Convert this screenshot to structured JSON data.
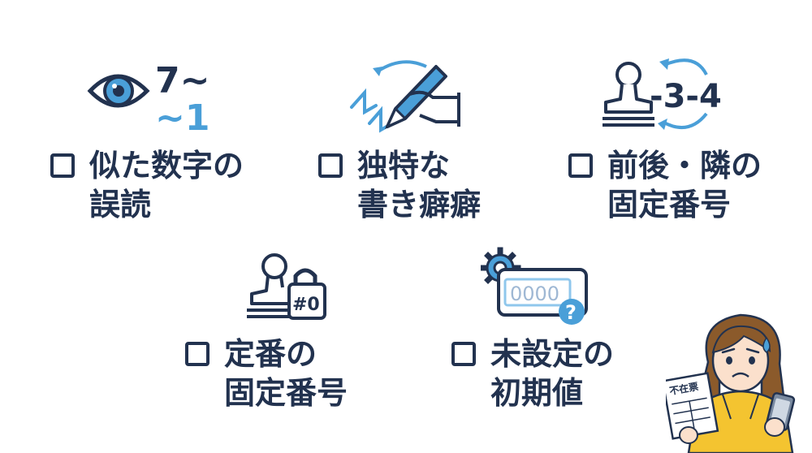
{
  "colors": {
    "navy": "#22324f",
    "accent": "#4a9fd8",
    "accent_light": "#8fc7ec",
    "hair": "#8b5a2b",
    "hoodie": "#f4c430"
  },
  "items": [
    {
      "icon": "eye-numbers-icon",
      "line1": "似た数字の",
      "line2": "誤読",
      "glyph_top": "7~",
      "glyph_bottom": "~1"
    },
    {
      "icon": "pen-writing-icon",
      "line1": "独特な",
      "line2": "書き癖癖"
    },
    {
      "icon": "stamp-sequence-icon",
      "line1": "前後・隣の",
      "line2": "固定番号",
      "glyph": "-3-4"
    },
    {
      "icon": "stamp-lock-icon",
      "line1": "定番の",
      "line2": "固定番号",
      "glyph": "#0"
    },
    {
      "icon": "gear-pin-card-icon",
      "line1": "未設定の",
      "line2": "初期値",
      "glyph": "0000",
      "badge": "?"
    }
  ],
  "character": {
    "paper_label": "不在票"
  }
}
